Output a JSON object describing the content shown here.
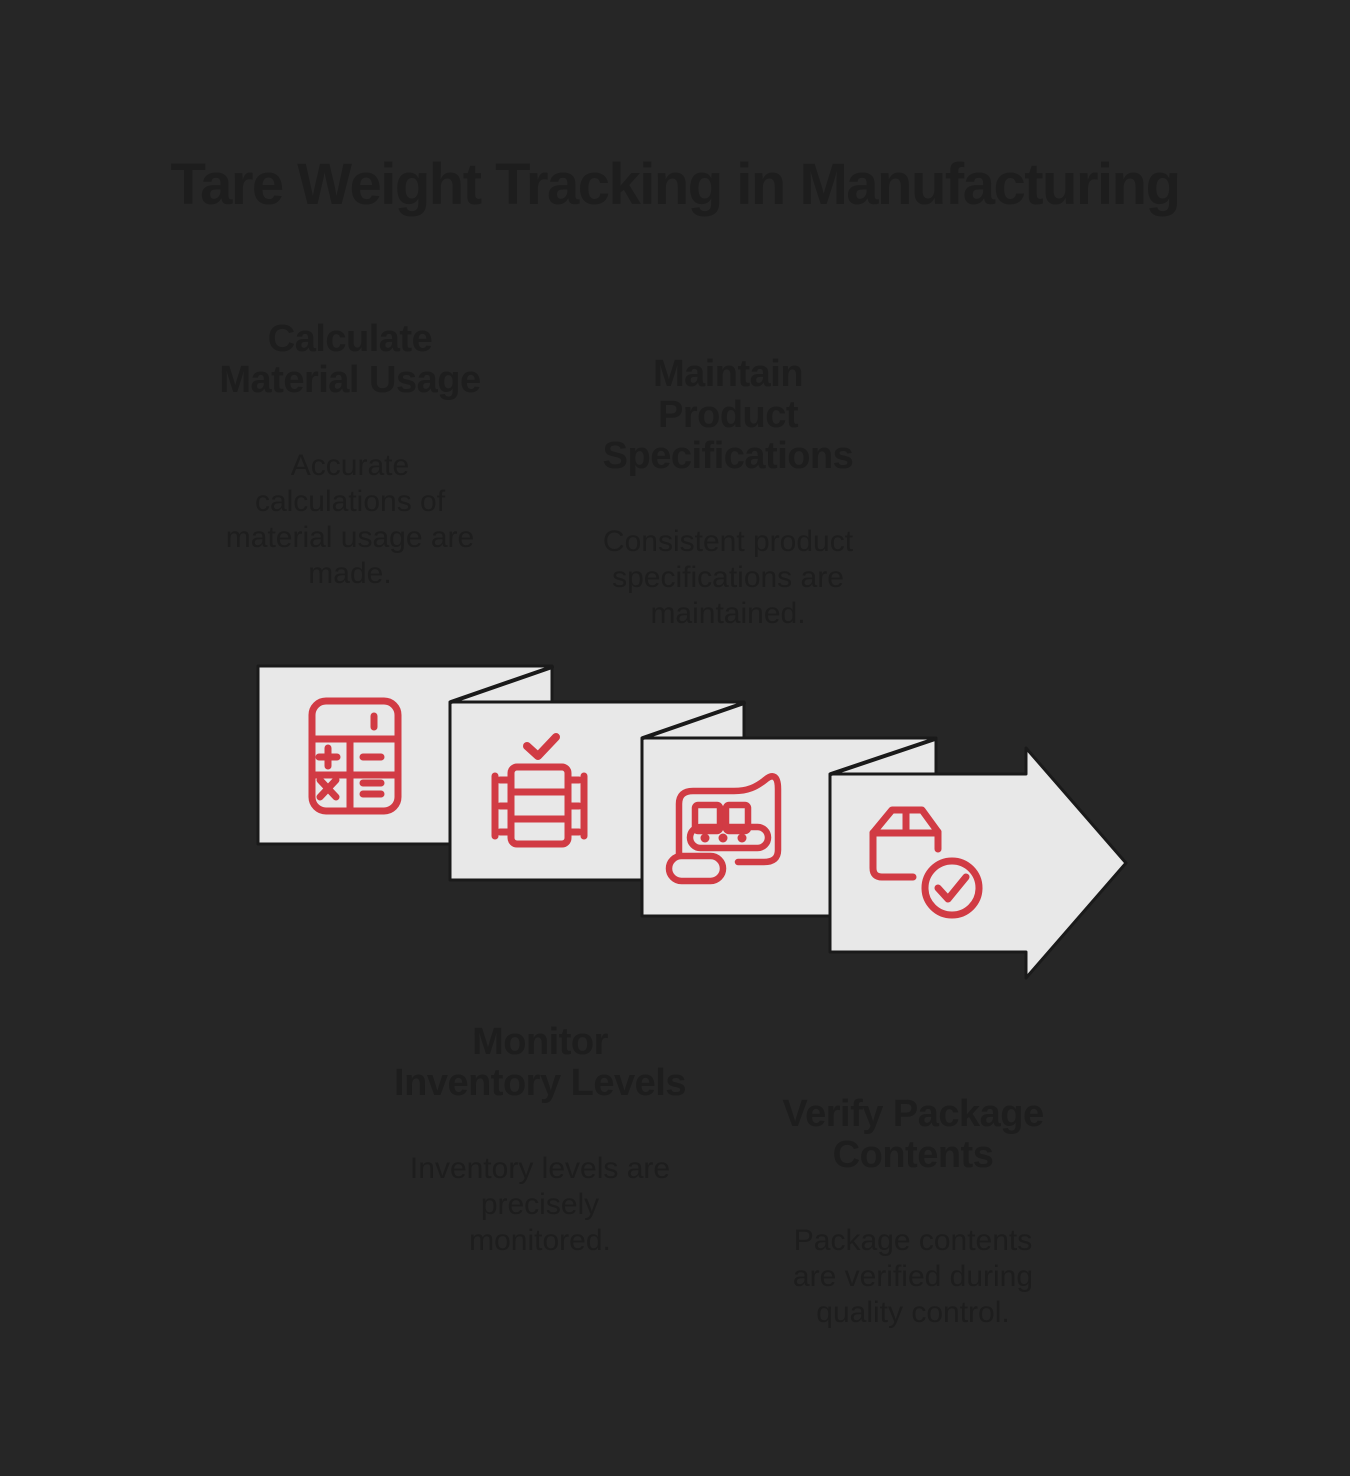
{
  "title": "Tare Weight Tracking in Manufacturing",
  "steps": [
    {
      "heading": "Calculate\nMaterial Usage",
      "body": "Accurate\ncalculations of\nmaterial usage are\nmade.",
      "icon": "calculator-icon"
    },
    {
      "heading": "Maintain\nProduct\nSpecifications",
      "body": "Consistent product\nspecifications are\nmaintained.",
      "icon": "product-specifications-icon"
    },
    {
      "heading": "Monitor\nInventory Levels",
      "body": "Inventory levels are\nprecisely\nmonitored.",
      "icon": "conveyor-belt-icon"
    },
    {
      "heading": "Verify Package\nContents",
      "body": "Package contents\nare verified during\nquality control.",
      "icon": "package-check-icon"
    }
  ],
  "colors": {
    "background": "#262626",
    "panel": "#e8e8e8",
    "accent": "#d13b44",
    "fold_line": "#1a1a1a",
    "text": "#1d1d1d"
  }
}
